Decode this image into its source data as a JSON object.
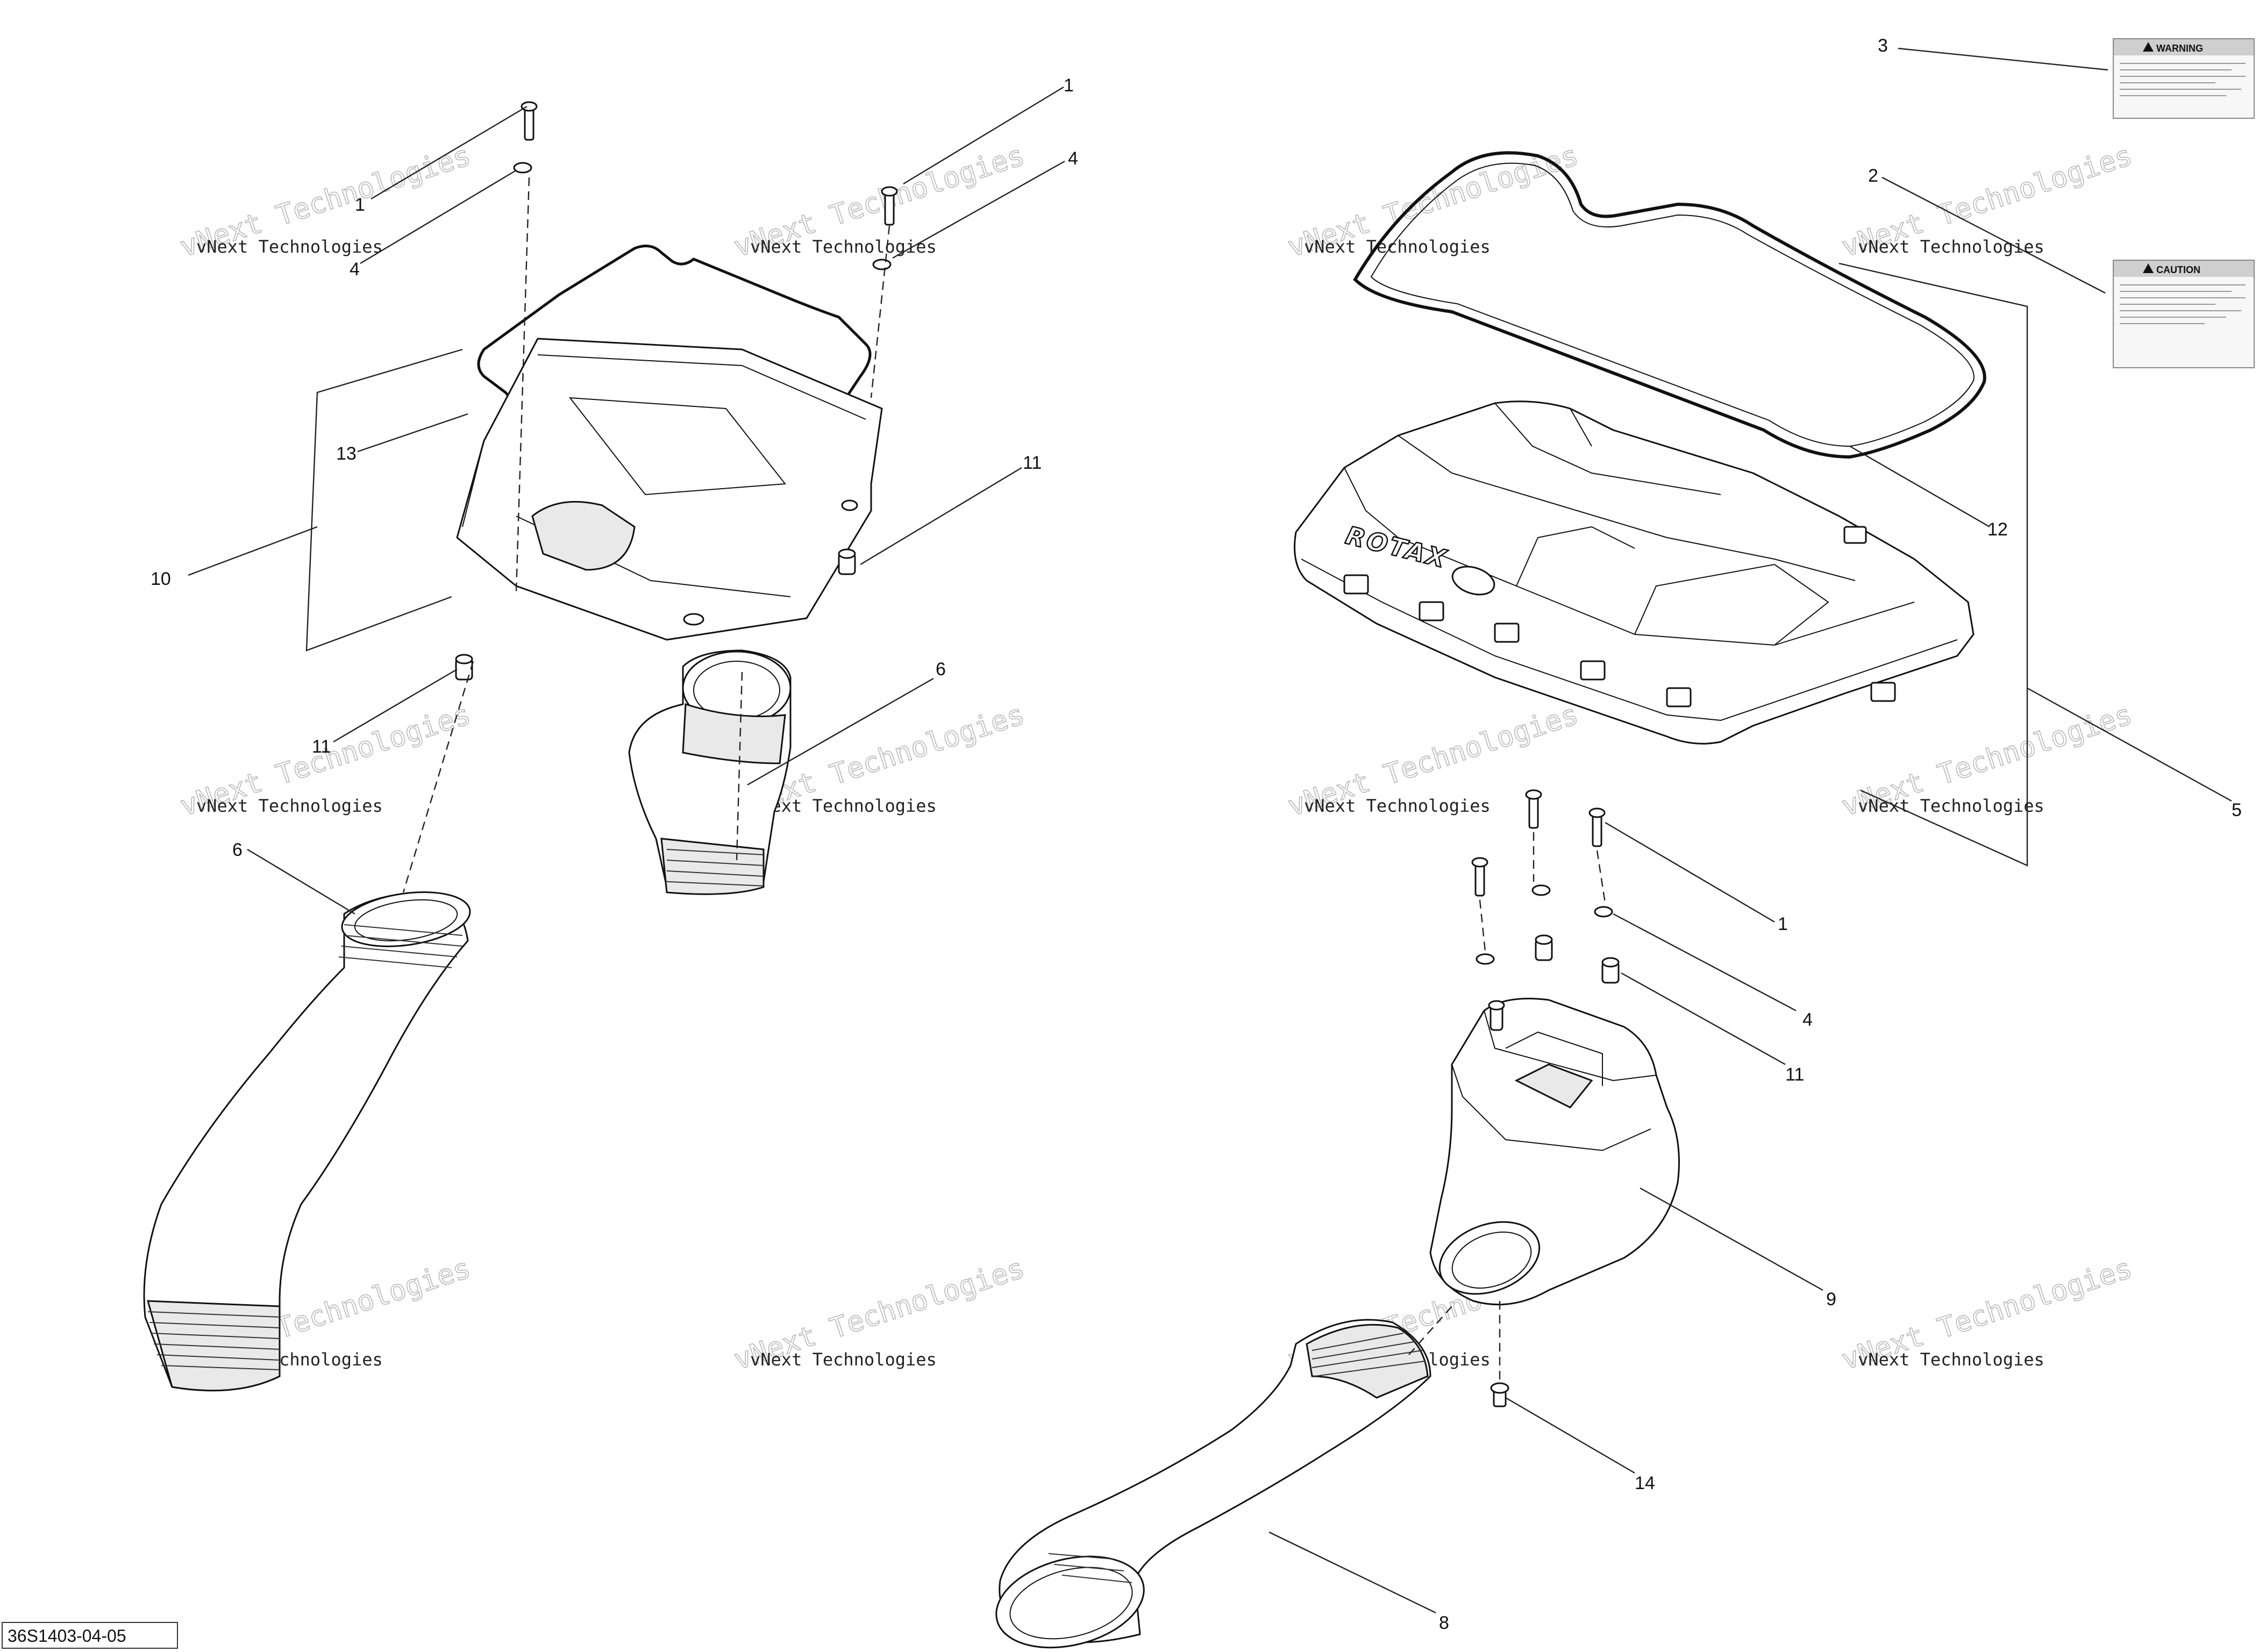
{
  "diagram": {
    "reference_code": "36S1403-04-05",
    "brand_mark": "ROTAX",
    "warning_label": {
      "heading": "WARNING"
    },
    "caution_label": {
      "heading": "CAUTION"
    },
    "watermark": {
      "line1": "vNext Technologies",
      "line2": "vNext Technologies"
    },
    "callouts": {
      "c1a": "1",
      "c4a": "4",
      "c1b": "1",
      "c4b": "4",
      "c13": "13",
      "c10": "10",
      "c11a": "11",
      "c11b": "11",
      "c6a": "6",
      "c6b": "6",
      "c3": "3",
      "c2": "2",
      "c12": "12",
      "c5": "5",
      "c1c": "1",
      "c4c": "4",
      "c11c": "11",
      "c9": "9",
      "c14": "14",
      "c8": "8"
    }
  }
}
